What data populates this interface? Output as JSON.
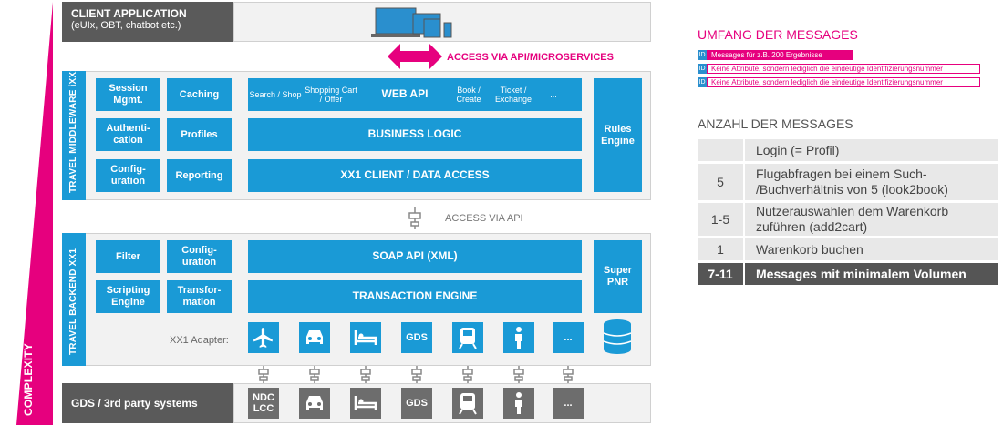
{
  "complexity_label": "COMPLEXITY",
  "client": {
    "title": "CLIENT APPLICATION",
    "subtitle": "(eUIx, OBT, chatbot etc.)"
  },
  "access_api_micro": "ACCESS VIA API/MICROSERVICES",
  "middleware": {
    "label": "TRAVEL MIDDLEWARE iXX1",
    "left_boxes": [
      "Session Mgmt.",
      "Caching",
      "Authenti-cation",
      "Profiles",
      "Config-uration",
      "Reporting"
    ],
    "web_api": {
      "title": "WEB API",
      "items": [
        "Search / Shop",
        "Shopping Cart / Offer",
        "Book / Create",
        "Ticket / Exchange",
        "..."
      ]
    },
    "business_logic": "BUSINESS LOGIC",
    "client_access": "XX1 CLIENT / DATA ACCESS",
    "rules_engine": "Rules Engine"
  },
  "access_api": "ACCESS VIA API",
  "backend": {
    "label": "TRAVEL BACKEND XX1",
    "left_boxes": [
      "Filter",
      "Config-uration",
      "Scripting Engine",
      "Transfor-mation"
    ],
    "soap_api": "SOAP API (XML)",
    "transaction_engine": "TRANSACTION ENGINE",
    "super_pnr": "Super PNR",
    "adapter_label": "XX1 Adapter:",
    "adapters": [
      {
        "icon": "plane-icon",
        "text": ""
      },
      {
        "icon": "car-icon",
        "text": ""
      },
      {
        "icon": "hotel-bed-icon",
        "text": ""
      },
      {
        "icon": "",
        "text": "GDS"
      },
      {
        "icon": "train-icon",
        "text": ""
      },
      {
        "icon": "person-icon",
        "text": ""
      },
      {
        "icon": "",
        "text": "..."
      }
    ]
  },
  "gds": {
    "label": "GDS / 3rd party systems",
    "boxes": [
      {
        "icon": "",
        "text": "NDC LCC"
      },
      {
        "icon": "car-icon",
        "text": ""
      },
      {
        "icon": "hotel-bed-icon",
        "text": ""
      },
      {
        "icon": "",
        "text": "GDS"
      },
      {
        "icon": "train-icon",
        "text": ""
      },
      {
        "icon": "person-icon",
        "text": ""
      },
      {
        "icon": "",
        "text": "..."
      }
    ]
  },
  "right": {
    "umfang_title": "UMFANG DER MESSAGES",
    "id_rows": [
      {
        "tag": "ID",
        "text": "Messages für z.B. 200 Ergebnisse"
      },
      {
        "tag": "ID",
        "text": "Keine Attribute, sondern lediglich die eindeutige Identifizierungsnummer"
      },
      {
        "tag": "ID",
        "text": "Keine Attribute, sondern lediglich die eindeutige Identifizierungsnummer"
      }
    ],
    "anzahl_title": "ANZAHL DER MESSAGES",
    "rows": [
      {
        "count": "",
        "desc": "Login (= Profil)"
      },
      {
        "count": "5",
        "desc": "Flugabfragen bei einem Such- /Buchverhältnis von 5 (look2book)"
      },
      {
        "count": "1-5",
        "desc": "Nutzerauswahlen dem Warenkorb zuführen (add2cart)"
      },
      {
        "count": "1",
        "desc": "Warenkorb buchen"
      }
    ],
    "total": {
      "count": "7-11",
      "desc": "Messages mit minimalem Volumen"
    }
  },
  "colors": {
    "blue": "#1a9ad6",
    "magenta": "#e6007e",
    "gray": "#5a5a5a"
  }
}
